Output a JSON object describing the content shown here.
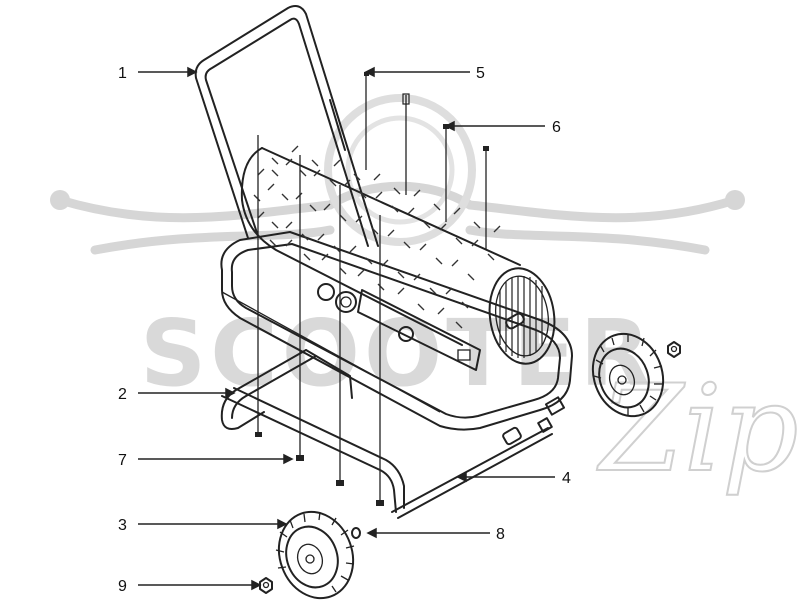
{
  "diagram": {
    "callouts": [
      {
        "id": "1",
        "label": "1"
      },
      {
        "id": "2",
        "label": "2"
      },
      {
        "id": "3",
        "label": "3"
      },
      {
        "id": "4",
        "label": "4"
      },
      {
        "id": "5",
        "label": "5"
      },
      {
        "id": "6",
        "label": "6"
      },
      {
        "id": "7",
        "label": "7"
      },
      {
        "id": "8",
        "label": "8"
      },
      {
        "id": "9",
        "label": "9"
      }
    ]
  },
  "watermark": {
    "text": "SCOOTER",
    "script": "Zip"
  },
  "colors": {
    "line": "#222222",
    "watermark": "#d9d9d9",
    "background": "#ffffff"
  }
}
